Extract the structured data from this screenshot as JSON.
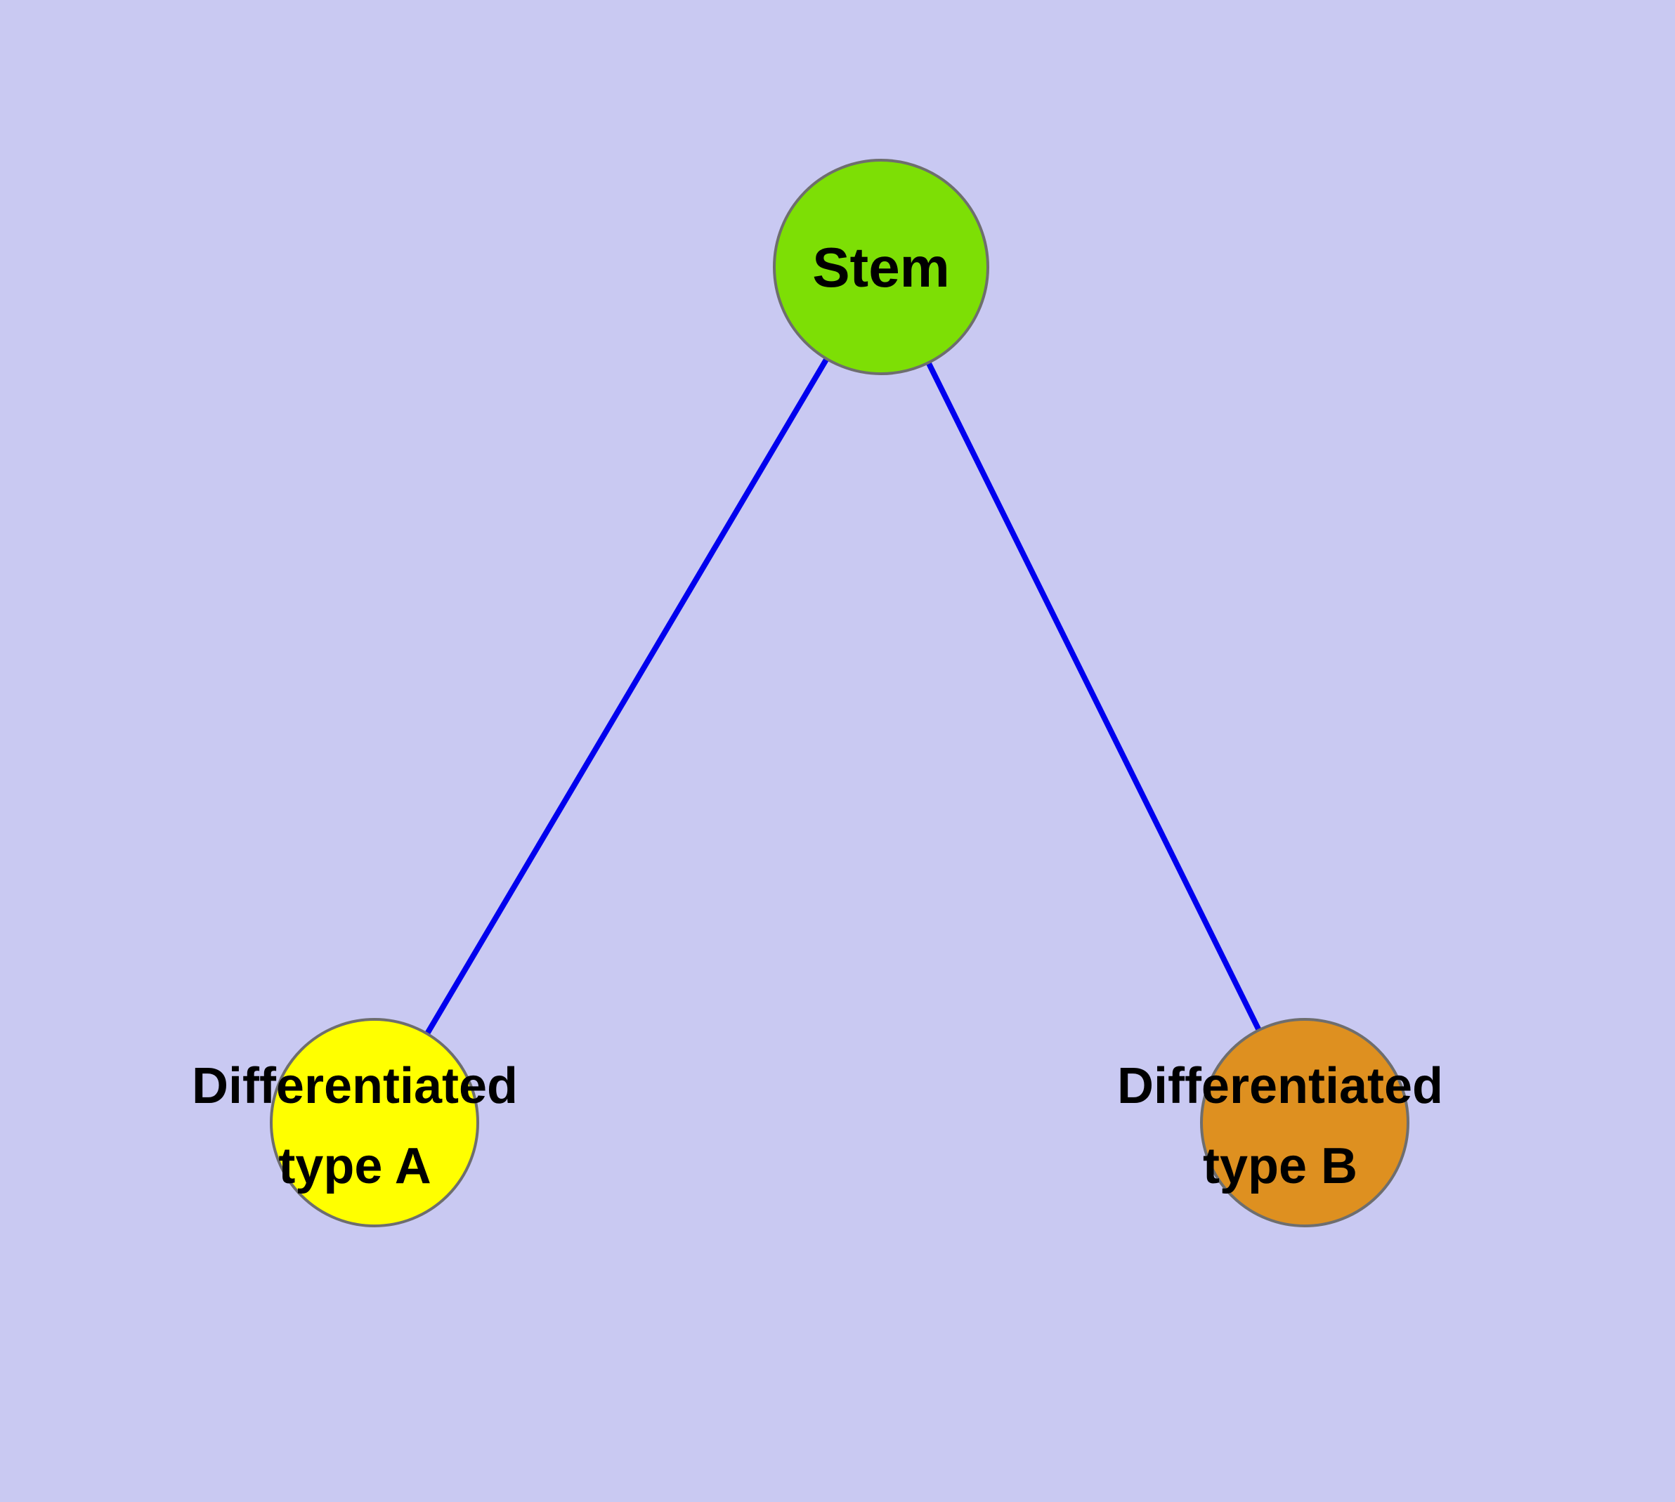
{
  "diagram": {
    "background_color": "#c9c9f2",
    "edge_color": "#0000ee",
    "node_border_color": "#6e6e6e",
    "text_color": "#000000",
    "nodes": {
      "stem": {
        "label": "Stem",
        "color": "#7ddf05"
      },
      "type_a": {
        "label_line1": "Differentiated",
        "label_line2": "type A",
        "color": "#ffff00"
      },
      "type_b": {
        "label_line1": "Differentiated",
        "label_line2": "type B",
        "color": "#de9020"
      }
    },
    "edges": [
      {
        "from": "Stem",
        "to": "Differentiated type A"
      },
      {
        "from": "Stem",
        "to": "Differentiated type B"
      }
    ]
  }
}
